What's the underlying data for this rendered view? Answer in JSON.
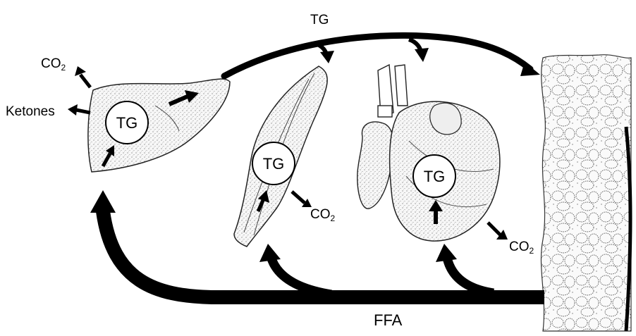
{
  "diagram": {
    "top_arrow_label": "TG",
    "bottom_arrow_label": "FFA",
    "liver": {
      "store_label": "TG",
      "output_ketones": "Ketones",
      "output_co2": "CO",
      "output_co2_sub": "2"
    },
    "muscle": {
      "store_label": "TG",
      "output_co2": "CO",
      "output_co2_sub": "2"
    },
    "heart": {
      "store_label": "TG",
      "output_co2": "CO",
      "output_co2_sub": "2"
    }
  },
  "colors": {
    "ink": "#000000",
    "tissue_fill": "#f4f4f4",
    "circle_fill": "#ffffff"
  }
}
